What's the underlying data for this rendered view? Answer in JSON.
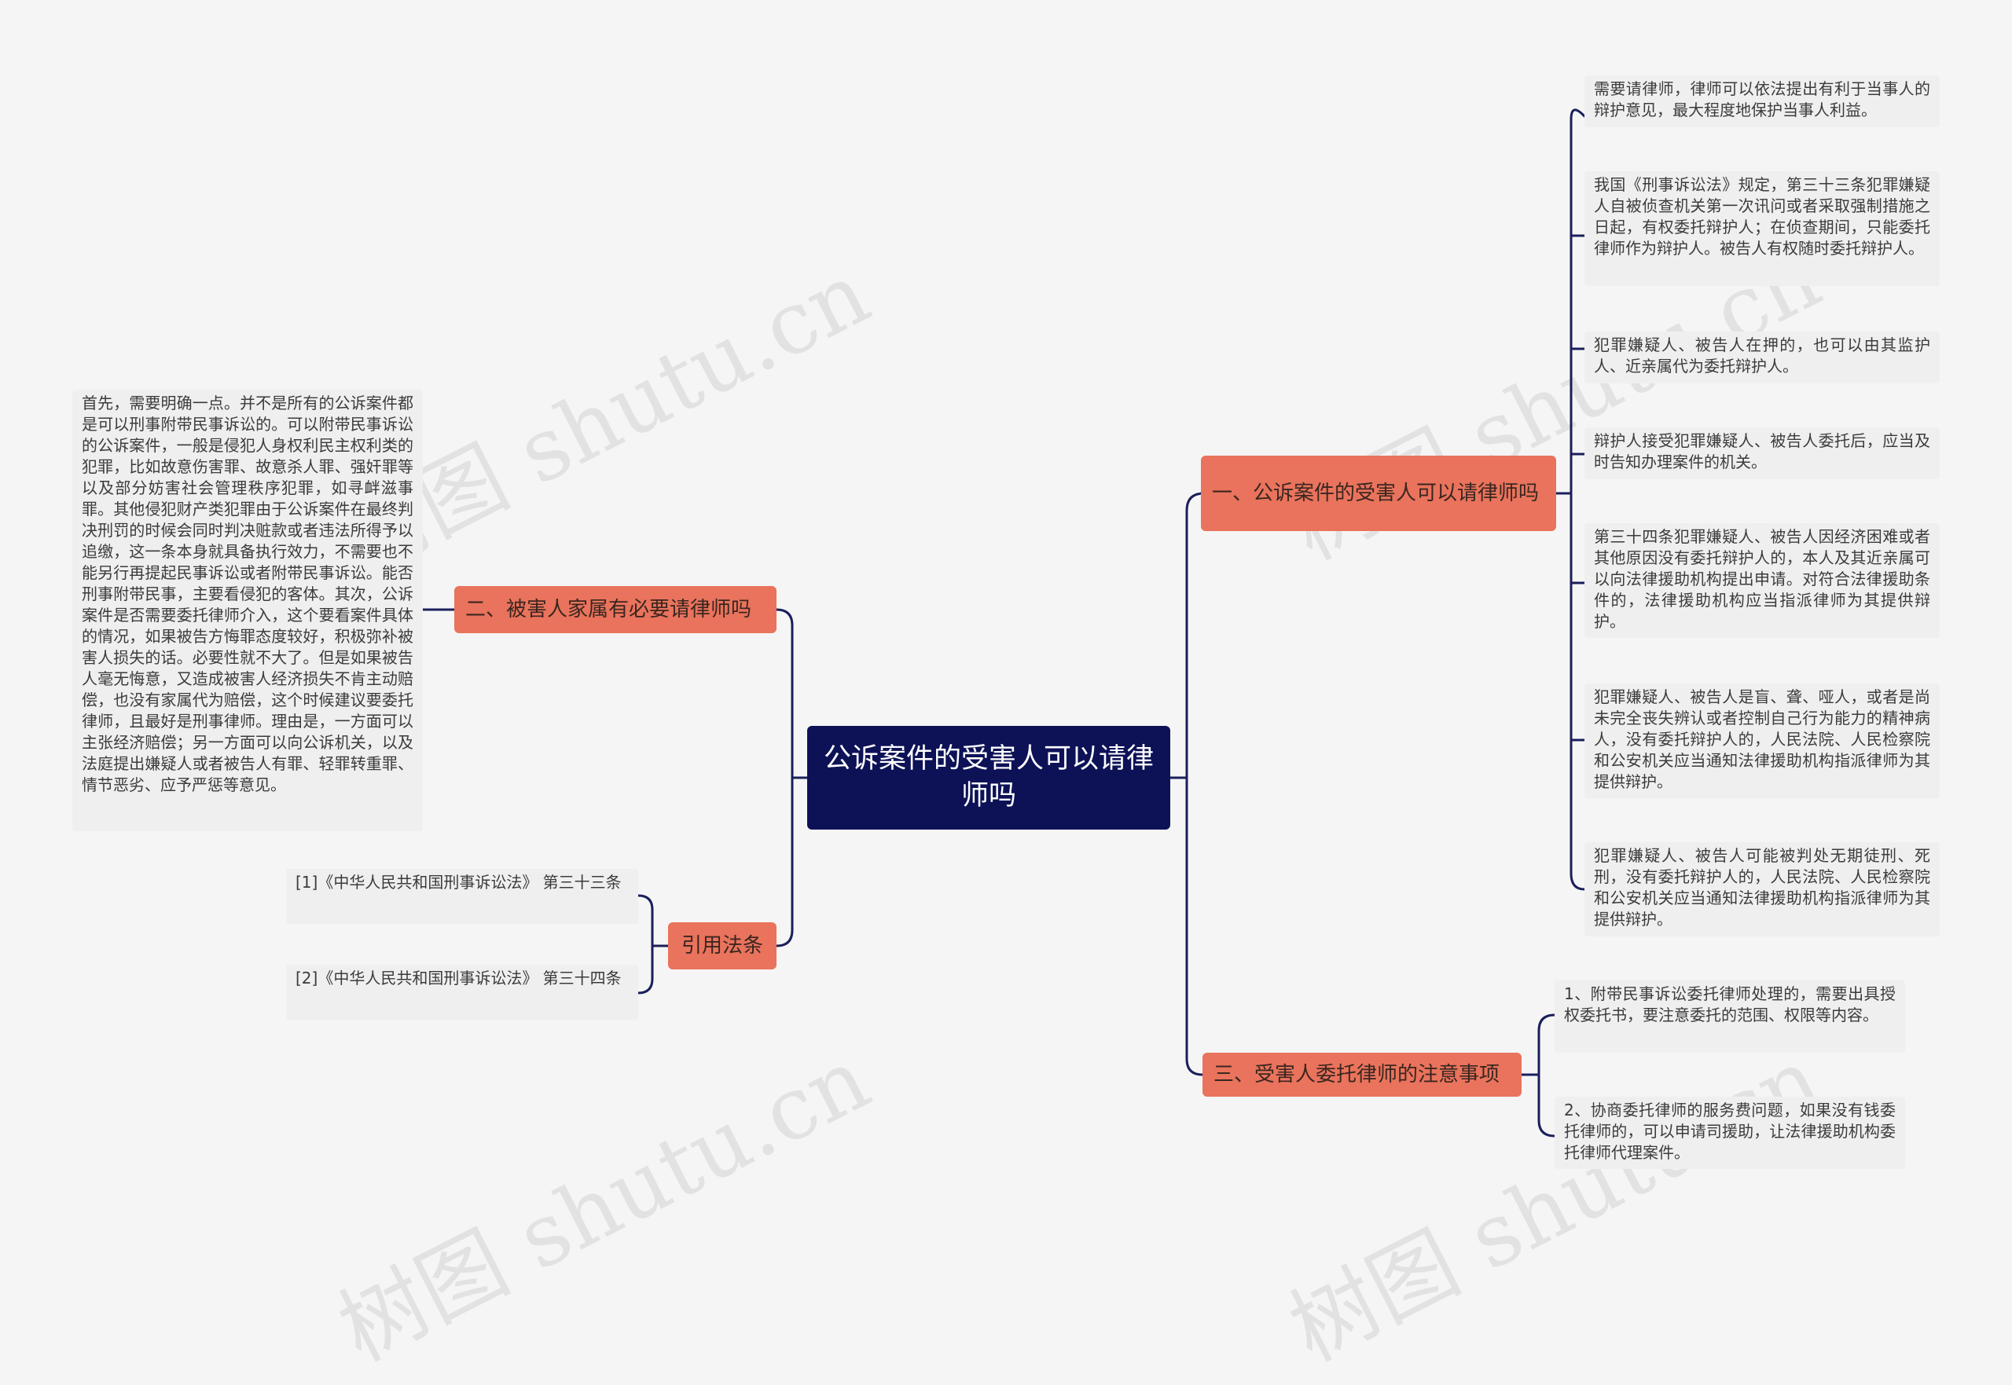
{
  "root": {
    "label": "公诉案件的受害人可以请律师吗"
  },
  "right_branches": [
    {
      "label": "一、公诉案件的受害人可以请律师吗",
      "children": [
        "需要请律师，律师可以依法提出有利于当事人的辩护意见，最大程度地保护当事人利益。",
        "我国《刑事诉讼法》规定，第三十三条犯罪嫌疑人自被侦查机关第一次讯问或者采取强制措施之日起，有权委托辩护人；在侦查期间，只能委托律师作为辩护人。被告人有权随时委托辩护人。",
        "犯罪嫌疑人、被告人在押的，也可以由其监护人、近亲属代为委托辩护人。",
        "辩护人接受犯罪嫌疑人、被告人委托后，应当及时告知办理案件的机关。",
        "第三十四条犯罪嫌疑人、被告人因经济困难或者其他原因没有委托辩护人的，本人及其近亲属可以向法律援助机构提出申请。对符合法律援助条件的，法律援助机构应当指派律师为其提供辩护。",
        "犯罪嫌疑人、被告人是盲、聋、哑人，或者是尚未完全丧失辨认或者控制自己行为能力的精神病人，没有委托辩护人的，人民法院、人民检察院和公安机关应当通知法律援助机构指派律师为其提供辩护。",
        "犯罪嫌疑人、被告人可能被判处无期徒刑、死刑，没有委托辩护人的，人民法院、人民检察院和公安机关应当通知法律援助机构指派律师为其提供辩护。"
      ]
    },
    {
      "label": "三、受害人委托律师的注意事项",
      "children": [
        "1、附带民事诉讼委托律师处理的，需要出具授权委托书，要注意委托的范围、权限等内容。",
        "2、协商委托律师的服务费问题，如果没有钱委托律师的，可以申请司援助，让法律援助机构委托律师代理案件。"
      ]
    }
  ],
  "left_branches": [
    {
      "label": "二、被害人家属有必要请律师吗",
      "children": [
        "首先，需要明确一点。并不是所有的公诉案件都是可以刑事附带民事诉讼的。可以附带民事诉讼的公诉案件，一般是侵犯人身权利民主权利类的犯罪，比如故意伤害罪、故意杀人罪、强奸罪等以及部分妨害社会管理秩序犯罪，如寻衅滋事罪。其他侵犯财产类犯罪由于公诉案件在最终判决刑罚的时候会同时判决赃款或者违法所得予以追缴，这一条本身就具备执行效力，不需要也不能另行再提起民事诉讼或者附带民事诉讼。能否刑事附带民事，主要看侵犯的客体。其次，公诉案件是否需要委托律师介入，这个要看案件具体的情况，如果被告方悔罪态度较好，积极弥补被害人损失的话。必要性就不大了。但是如果被告人毫无悔意，又造成被害人经济损失不肯主动赔偿，也没有家属代为赔偿，这个时候建议要委托律师，且最好是刑事律师。理由是，一方面可以主张经济赔偿；另一方面可以向公诉机关，以及法庭提出嫌疑人或者被告人有罪、轻罪转重罪、情节恶劣、应予严惩等意见。"
      ]
    },
    {
      "label": "引用法条",
      "children": [
        "[1]《中华人民共和国刑事诉讼法》 第三十三条",
        "[2]《中华人民共和国刑事诉讼法》 第三十四条"
      ]
    }
  ],
  "watermark": "树图 shutu.cn",
  "colors": {
    "root_bg": "#0d1257",
    "branch_bg": "#e9735c",
    "leaf_bg": "#efefef",
    "line": "#1a1f5c",
    "background": "#f5f5f5"
  }
}
